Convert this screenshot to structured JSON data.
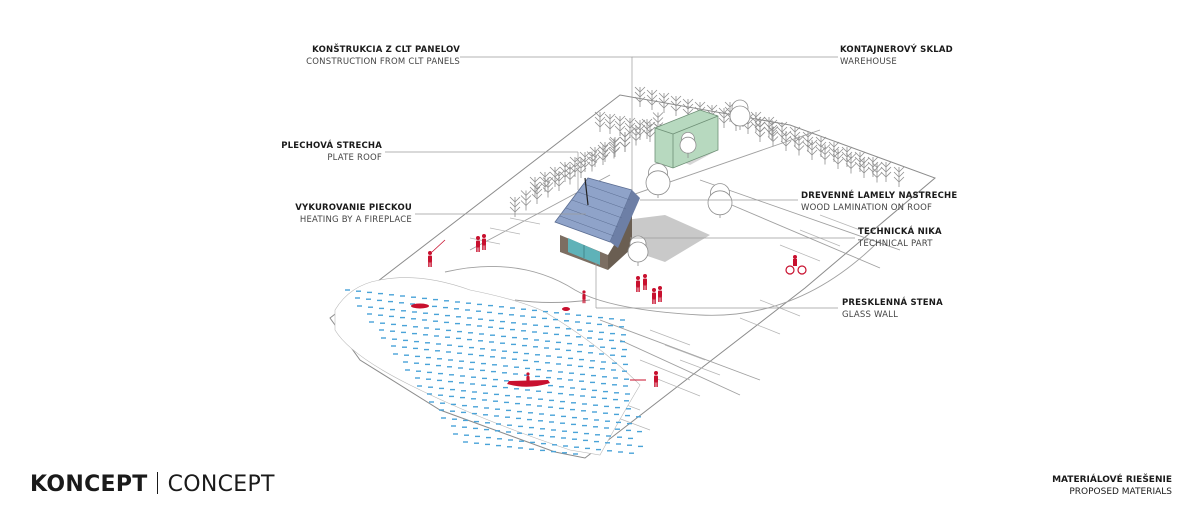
{
  "labels": {
    "clt": {
      "sk": "KONŠTRUKCIA Z CLT PANELOV",
      "en": "CONSTRUCTION FROM CLT PANELS"
    },
    "roof": {
      "sk": "PLECHOVÁ STRECHA",
      "en": "PLATE ROOF"
    },
    "heating": {
      "sk": "VYKUROVANIE PIECKOU",
      "en": "HEATING BY A FIREPLACE"
    },
    "warehouse": {
      "sk": "KONTAJNEROVÝ SKLAD",
      "en": "WAREHOUSE"
    },
    "lamination": {
      "sk": "DREVENNÉ  LAMELY NASTRECHE",
      "en": "WOOD LAMINATION ON ROOF"
    },
    "technical": {
      "sk": "TECHNICKÁ NIKA",
      "en": "TECHNICAL PART"
    },
    "glass": {
      "sk": "PRESKLENNÁ STENA",
      "en": "GLASS WALL"
    }
  },
  "footer": {
    "title_bold": "KONCEPT",
    "title_light": "CONCEPT",
    "materials_sk": "MATERIÁLOVÉ RIEŠENIE",
    "materials_en": "PROPOSED MATERIALS"
  },
  "colors": {
    "accent_red": "#c8102e",
    "water_blue": "#4aa3d8",
    "container_green": "#b7d9bf",
    "roof_blue": "#8fa3c9",
    "wall_brown": "#8a7a6a",
    "line_gray": "#9a9a9a"
  }
}
